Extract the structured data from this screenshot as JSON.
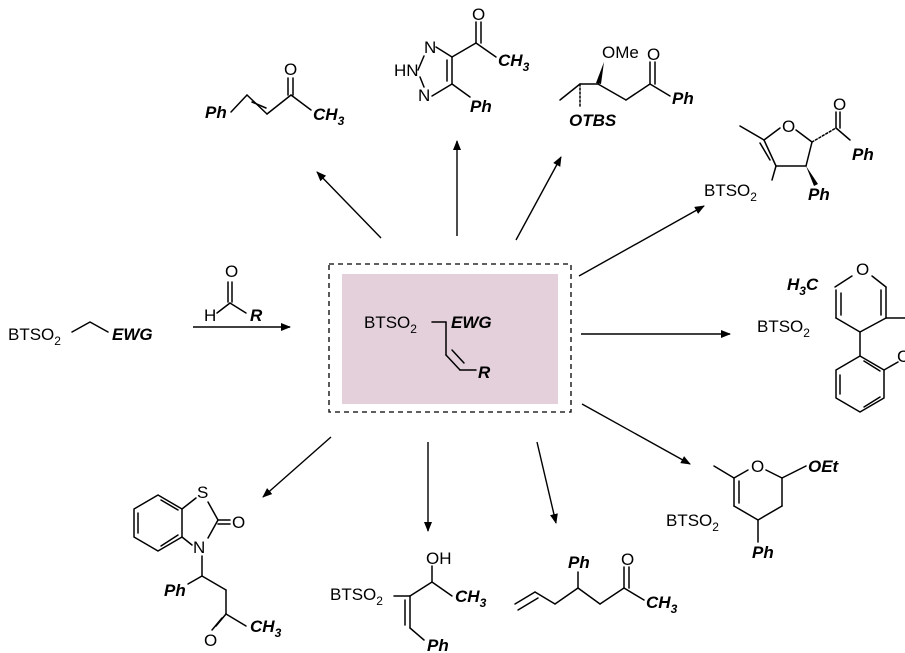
{
  "reagent": {
    "sulfone_label": "BTSO",
    "sulfone_sub": "2",
    "ewg_label": "EWG",
    "aldehyde_h": "H",
    "aldehyde_o": "O",
    "aldehyde_r": "R"
  },
  "central": {
    "sulfone_label": "BTSO",
    "sulfone_sub": "2",
    "ewg_label": "EWG",
    "r_label": "R",
    "highlight_color": "#e3d0db"
  },
  "products": {
    "enone": {
      "ph": "Ph",
      "o": "O",
      "ch3": "CH",
      "ch3_sub": "3"
    },
    "triazole": {
      "n1": "N",
      "hn": "HN",
      "n3": "N",
      "o": "O",
      "ch3": "CH",
      "ch3_sub": "3",
      "ph": "Ph"
    },
    "aldol": {
      "ome": "OMe",
      "o": "O",
      "ph": "Ph",
      "otbs": "OTBS"
    },
    "dihydrofuran": {
      "o_ring": "O",
      "o_ketone": "O",
      "ph_ketone": "Ph",
      "btso": "BTSO",
      "btso_sub": "2",
      "ph": "Ph"
    },
    "pyran": {
      "h3c": "H",
      "h3c_sub": "3",
      "h3c_c": "C",
      "o": "O",
      "btso": "BTSO",
      "btso_sub": "2",
      "cl": "C"
    },
    "dihydropyran": {
      "o": "O",
      "oet": "OEt",
      "btso": "BTSO",
      "btso_sub": "2",
      "ph": "Ph"
    },
    "hexenone": {
      "ph": "Ph",
      "o": "O",
      "ch3": "CH",
      "ch3_sub": "3"
    },
    "allylic_alcohol": {
      "btso": "BTSO",
      "btso_sub": "2",
      "oh": "OH",
      "ch3": "CH",
      "ch3_sub": "3",
      "ph": "Ph"
    },
    "benzothiazolone": {
      "s": "S",
      "o": "O",
      "n": "N",
      "ph": "Ph",
      "o_ketone": "O",
      "ch3": "CH",
      "ch3_sub": "3"
    }
  }
}
